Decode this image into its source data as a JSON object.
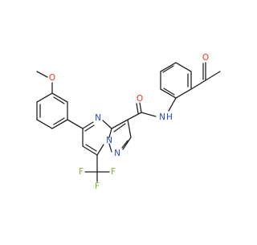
{
  "molecule": {
    "atom_labels": {
      "o_ketone": "O",
      "o_amide": "O",
      "nh_amide": "N",
      "h_amide": "H",
      "n_pyrimidine": "N",
      "n_bridge": "N",
      "n_pyrazole": "N",
      "o_methoxy": "O",
      "f_left": "F",
      "f_center": "F",
      "f_right": "F"
    }
  },
  "colors": {
    "bond": "#222222",
    "oxygen": "#e8332a",
    "nitrogen": "#2a46d6",
    "fluorine": "#6fbf2a",
    "background": "#ffffff"
  }
}
